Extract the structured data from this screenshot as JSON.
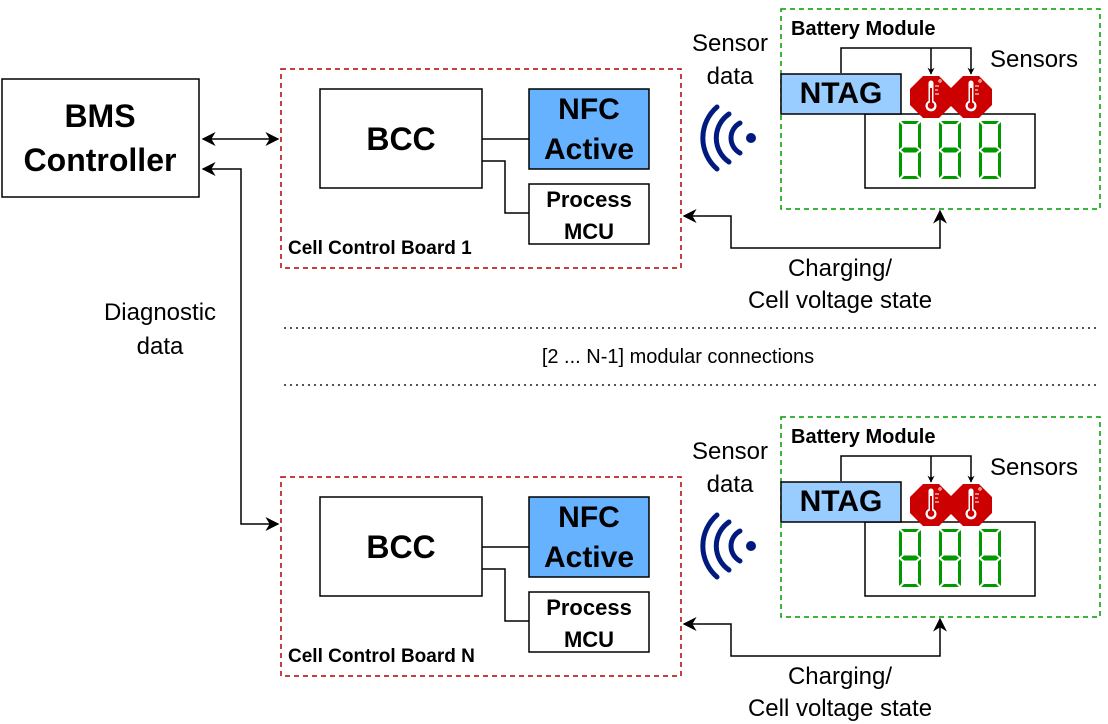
{
  "controller": {
    "line1": "BMS",
    "line2": "Controller"
  },
  "diagnostic_label": {
    "line1": "Diagnostic",
    "line2": "data"
  },
  "modular_connections": "[2 ... N-1] modular connections",
  "colors": {
    "nfc_fill": "#66b2ff",
    "ntag_fill": "#99ccff",
    "board_border": "#b20000",
    "module_border": "#009900",
    "display_segments": "#009900",
    "sensor_fill": "#cc0000",
    "wifi": "#001a80"
  },
  "boards": [
    {
      "board_label": "Cell Control Board 1",
      "bcc": "BCC",
      "nfc_line1": "NFC",
      "nfc_line2": "Active",
      "process_line1": "Process",
      "process_line2": "MCU",
      "sensor_data_line1": "Sensor",
      "sensor_data_line2": "data",
      "module_label": "Battery Module",
      "ntag": "NTAG",
      "sensors_label": "Sensors",
      "charging_line1": "Charging/",
      "charging_line2": "Cell voltage state"
    },
    {
      "board_label": "Cell Control Board N",
      "bcc": "BCC",
      "nfc_line1": "NFC",
      "nfc_line2": "Active",
      "process_line1": "Process",
      "process_line2": "MCU",
      "sensor_data_line1": "Sensor",
      "sensor_data_line2": "data",
      "module_label": "Battery Module",
      "ntag": "NTAG",
      "sensors_label": "Sensors",
      "charging_line1": "Charging/",
      "charging_line2": "Cell voltage state"
    }
  ]
}
